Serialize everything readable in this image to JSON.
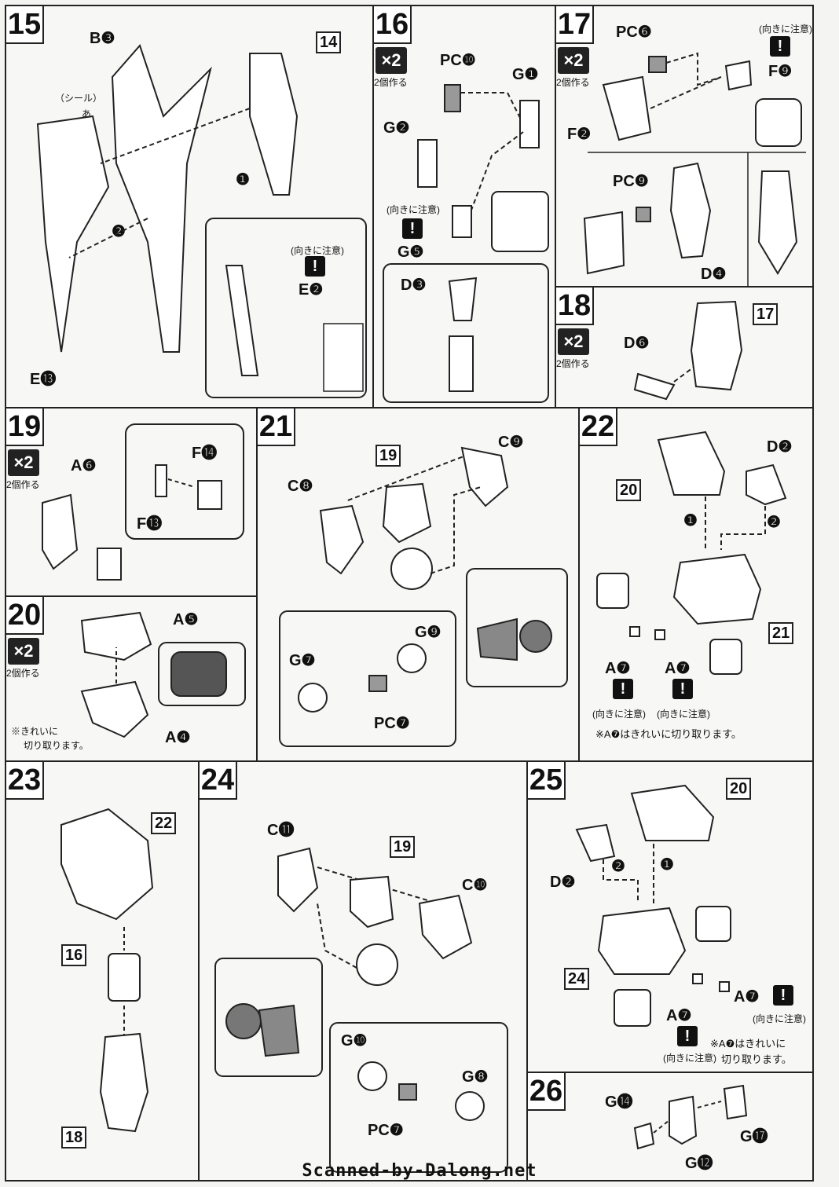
{
  "steps": {
    "s15": {
      "num": "15",
      "labels": {
        "b3": "B❸",
        "ref14": "14",
        "seal": "（シール）",
        "seal_mark": "あ",
        "e13": "E⓭",
        "e2": "E❷",
        "caution": "(向きに注意)",
        "arrow1": "❶",
        "arrow2": "❷"
      }
    },
    "s16": {
      "num": "16",
      "x2": "×2",
      "x2note": "2個作る",
      "labels": {
        "pc10": "PC❿",
        "g1": "G❶",
        "g2": "G❷",
        "g5": "G❺",
        "d3": "D❸",
        "caution": "(向きに注意)"
      }
    },
    "s17": {
      "num": "17",
      "x2": "×2",
      "x2note": "2個作る",
      "labels": {
        "pc6": "PC❻",
        "f9": "F❾",
        "f2": "F❷",
        "pc9": "PC❾",
        "d4": "D❹",
        "caution": "(向きに注意)"
      }
    },
    "s18": {
      "num": "18",
      "x2": "×2",
      "x2note": "2個作る",
      "labels": {
        "d6": "D❻",
        "ref17": "17"
      }
    },
    "s19": {
      "num": "19",
      "x2": "×2",
      "x2note": "2個作る",
      "labels": {
        "a6": "A❻",
        "f14": "F⓮",
        "f13": "F⓭"
      }
    },
    "s20": {
      "num": "20",
      "x2": "×2",
      "x2note": "2個作る",
      "labels": {
        "a5": "A❺",
        "a4": "A❹",
        "note1": "※きれいに",
        "note2": "切り取ります。"
      }
    },
    "s21": {
      "num": "21",
      "labels": {
        "c8": "C❽",
        "ref19": "19",
        "c9": "C❾",
        "g9": "G❾",
        "g7": "G❼",
        "pc7": "PC❼"
      }
    },
    "s22": {
      "num": "22",
      "labels": {
        "ref20": "20",
        "d2": "D❷",
        "ref21": "21",
        "a7a": "A❼",
        "a7b": "A❼",
        "caution": "(向きに注意)",
        "note": "※A❼はきれいに切り取ります。",
        "arrow1": "❶",
        "arrow2": "❷"
      }
    },
    "s23": {
      "num": "23",
      "labels": {
        "ref22": "22",
        "ref16": "16",
        "ref18": "18"
      }
    },
    "s24": {
      "num": "24",
      "labels": {
        "c11": "C⓫",
        "ref19": "19",
        "c10": "C❿",
        "g10": "G❿",
        "g8": "G❽",
        "pc7": "PC❼"
      }
    },
    "s25": {
      "num": "25",
      "labels": {
        "ref20": "20",
        "d2": "D❷",
        "ref24": "24",
        "a7a": "A❼",
        "a7b": "A❼",
        "caution": "(向きに注意)",
        "note1": "※A❼はきれいに",
        "note2": "切り取ります。",
        "arrow1": "❶",
        "arrow2": "❷"
      }
    },
    "s26": {
      "num": "26",
      "labels": {
        "g14": "G⓮",
        "g17": "G⓱",
        "g12": "G⓬"
      }
    }
  },
  "footer": "Scanned-by-Dalong.net"
}
